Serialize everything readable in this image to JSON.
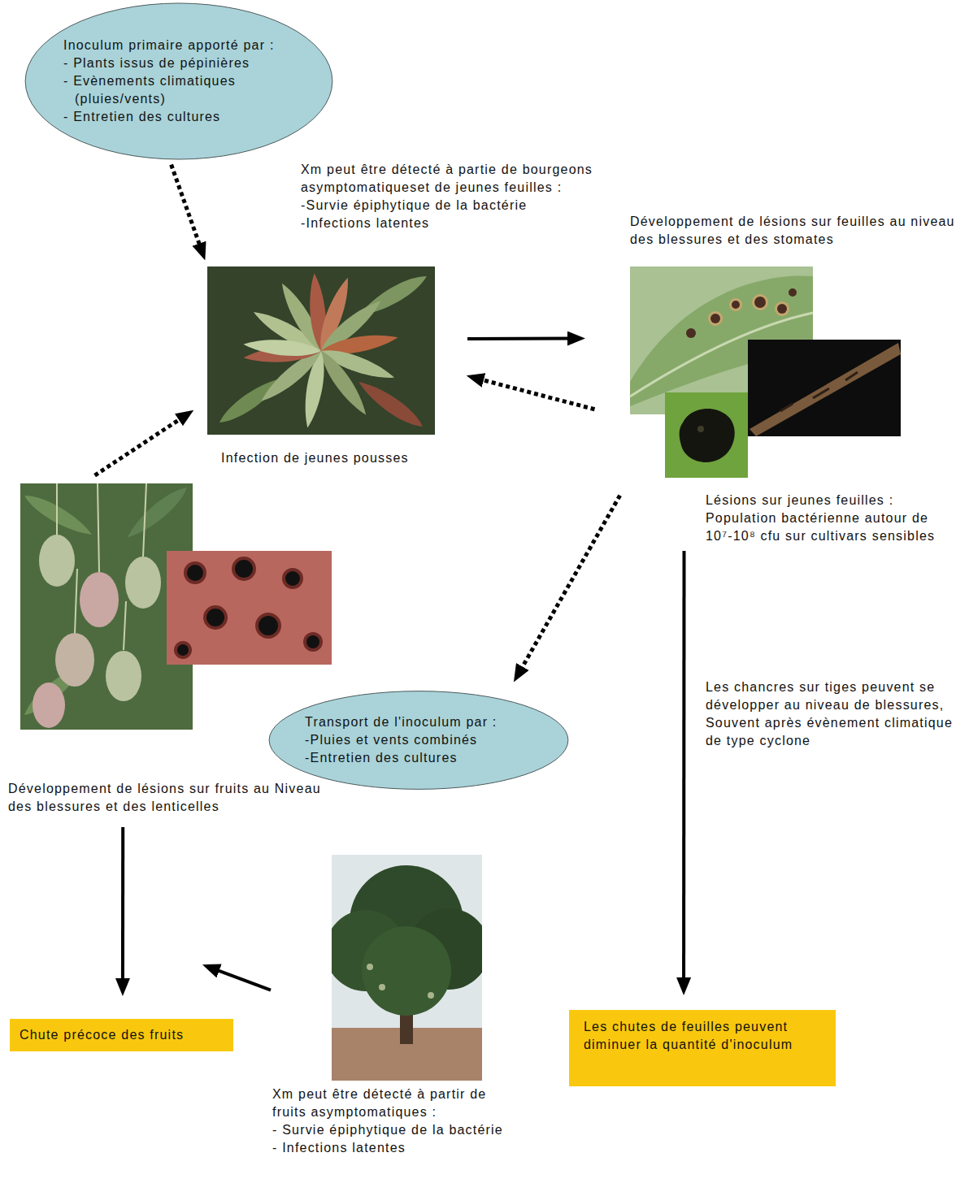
{
  "diagram": {
    "nodes": [
      {
        "text": [
          "Inoculum primaire apporté par :",
          "- Plants issus de pépinières",
          "- Evènements climatiques (pluies/vents)",
          "- Entretien des cultures"
        ]
      },
      {
        "text": [
          "Xm peut être détecté à partie de bourgeons asymptomatiqueset de jeunes feuilles :",
          "-Survie épiphytique de la bactérie",
          "-Infections latentes",
          "Infection de jeunes pousses"
        ]
      },
      {
        "text": [
          "Développement de lésions sur feuilles au niveau des blessures et des stomates",
          "Lésions sur jeunes feuilles : Population bactérienne autour de 10⁷-10⁸ cfu sur cultivars sensibles"
        ]
      },
      {
        "text": [
          "Transport de l'inoculum par :",
          "-Pluies et vents combinés",
          "-Entretien des cultures"
        ]
      },
      {
        "text": [
          "Développement de lésions sur fruits au Niveau des blessures et des lenticelles"
        ]
      },
      {
        "text": [
          "Xm peut être détecté à partir de fruits asymptomatiques :",
          "- Survie épiphytique de la bactérie",
          "- Infections latentes"
        ]
      },
      {
        "text": [
          "Chute précoce des fruits"
        ]
      },
      {
        "text": [
          "Les chutes de feuilles peuvent diminuer la quantité d'inoculum"
        ]
      }
    ],
    "edges": [
      {
        "from": 0,
        "to": 1,
        "arrow": "to"
      },
      {
        "from": 1,
        "to": 2,
        "arrow": "to"
      },
      {
        "from": 2,
        "to": 1,
        "arrow": "to"
      },
      {
        "from": 2,
        "to": 3,
        "arrow": "to"
      },
      {
        "from": 4,
        "to": 1,
        "arrow": "to"
      },
      {
        "from": 2,
        "to": 7,
        "arrow": "to",
        "label": "Les chancres sur tiges peuvent se développer au niveau de blessures, Souvent après évènement climatique de type cyclone"
      },
      {
        "from": 4,
        "to": 6,
        "arrow": "to"
      },
      {
        "from": 5,
        "to": 4,
        "arrow": "to"
      }
    ]
  }
}
